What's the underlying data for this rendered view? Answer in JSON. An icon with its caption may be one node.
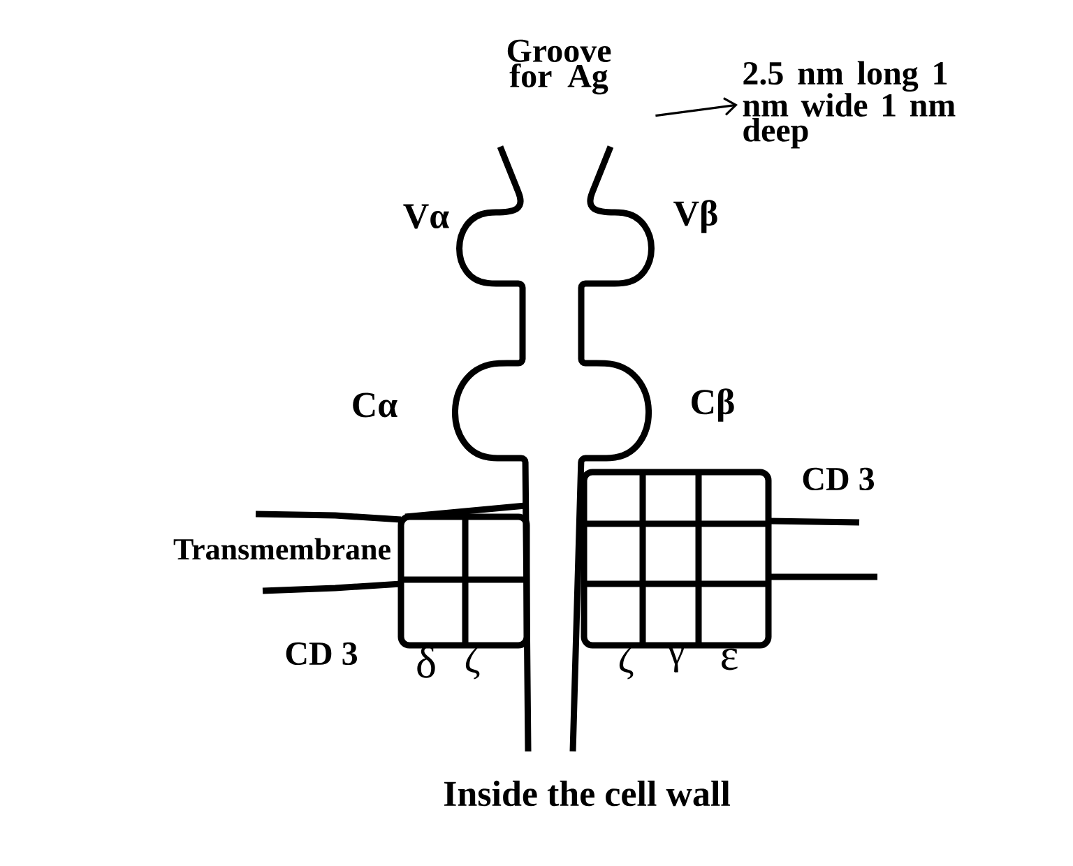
{
  "diagram": {
    "nodes": [
      {
        "text": [
          "Groove for Ag"
        ]
      },
      {
        "text": [
          "2.5 nm long 1 nm wide 1 nm deep"
        ]
      }
    ],
    "edges": [
      {
        "from": 0,
        "to": 1,
        "arrow": "to"
      }
    ],
    "labels": [
      "Vα",
      "Vβ",
      "Cα",
      "Cβ",
      "CD 3",
      "Transmembrane",
      "CD 3",
      "δ",
      "ζ",
      "ζ",
      "γ",
      "ε",
      "Inside the cell wall"
    ]
  }
}
